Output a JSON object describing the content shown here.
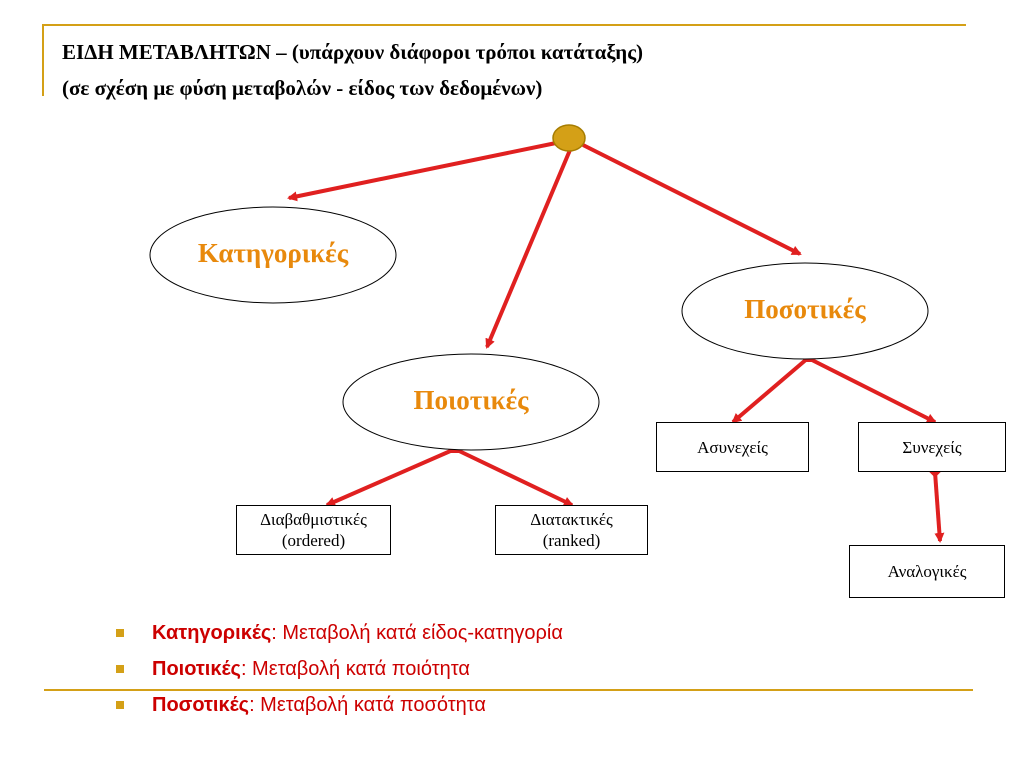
{
  "title": {
    "line1": "ΕΙΔΗ ΜΕΤΑΒΛΗΤΩΝ – (υπάρχουν διάφοροι τρόποι κατάταξης)",
    "line2": "(σε σχέση με φύση μεταβολών - είδος των δεδομένων)"
  },
  "nodes": {
    "categorical": "Κατηγορικές",
    "qualitative": "Ποιοτικές",
    "quantitative": "Ποσοτικές",
    "ordered_l1": "Διαβαθμιστικές",
    "ordered_l2": "(ordered)",
    "ranked_l1": "Διατακτικές",
    "ranked_l2": "(ranked)",
    "discrete": "Ασυνεχείς",
    "continuous": "Συνεχείς",
    "analog": "Αναλογικές"
  },
  "bullets": [
    {
      "term": "Κατηγορικές",
      "desc": ": Μεταβολή κατά είδος-κατηγορία"
    },
    {
      "term": "Ποιοτικές",
      "desc": ": Μεταβολή κατά ποιότητα"
    },
    {
      "term": "Ποσοτικές",
      "desc": ": Μεταβολή κατά ποσότητα"
    }
  ],
  "colors": {
    "accent_gold": "#d4a017",
    "node_text": "#e8890c",
    "arrow": "#e02020",
    "bullet_text": "#cc0000"
  }
}
